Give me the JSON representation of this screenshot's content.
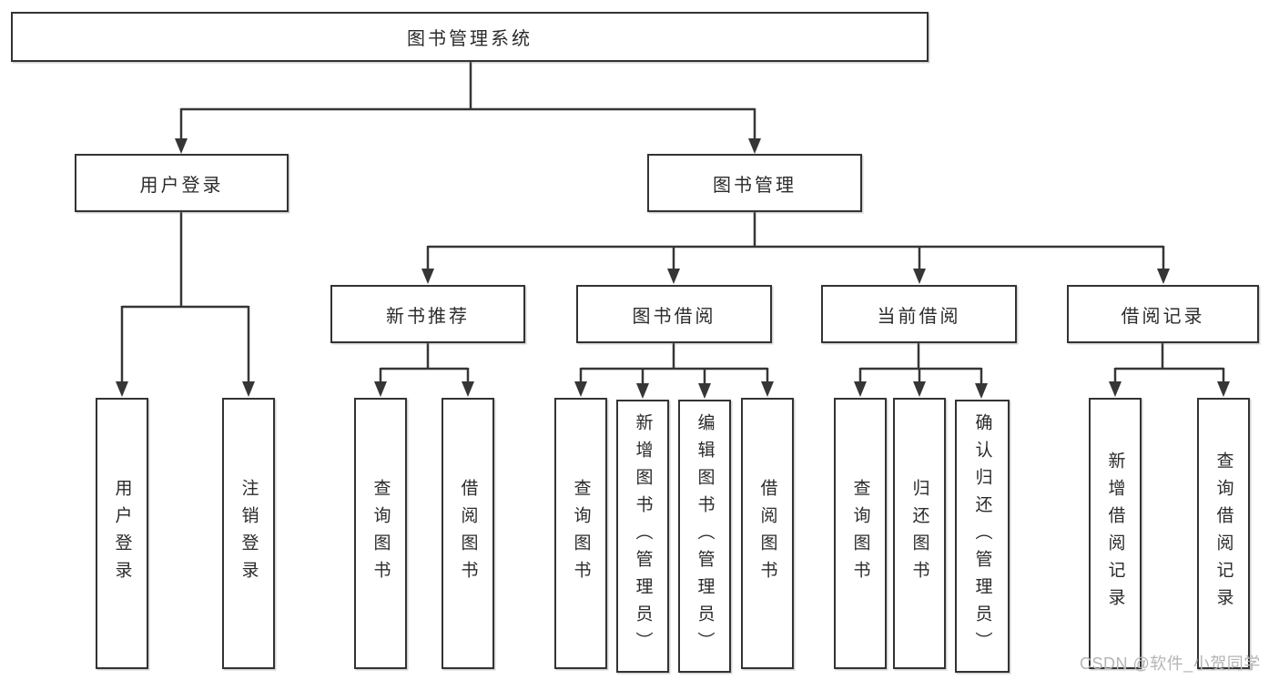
{
  "diagram_title": "图书管理系统",
  "tree": {
    "label": "图书管理系统",
    "children": [
      {
        "label": "用户登录",
        "children": [
          {
            "label": "用户登录"
          },
          {
            "label": "注销登录"
          }
        ]
      },
      {
        "label": "图书管理",
        "children": [
          {
            "label": "新书推荐",
            "children": [
              {
                "label": "查询图书"
              },
              {
                "label": "借阅图书"
              }
            ]
          },
          {
            "label": "图书借阅",
            "children": [
              {
                "label": "查询图书"
              },
              {
                "label": "新增图书（管理员）"
              },
              {
                "label": "编辑图书（管理员）"
              },
              {
                "label": "借阅图书"
              }
            ]
          },
          {
            "label": "当前借阅",
            "children": [
              {
                "label": "查询图书"
              },
              {
                "label": "归还图书"
              },
              {
                "label": "确认归还（管理员）"
              }
            ]
          },
          {
            "label": "借阅记录",
            "children": [
              {
                "label": "新增借阅记录"
              },
              {
                "label": "查询借阅记录"
              }
            ]
          }
        ]
      }
    ]
  },
  "watermark": {
    "text": "CSDN @软件_小贺同学"
  },
  "colors": {
    "background": "#ffffff",
    "box_fill": "#ffffff",
    "box_border": "#333333",
    "connector_line": "#363636",
    "text": "#2b2b2b",
    "watermark": "#b5b5b5"
  }
}
